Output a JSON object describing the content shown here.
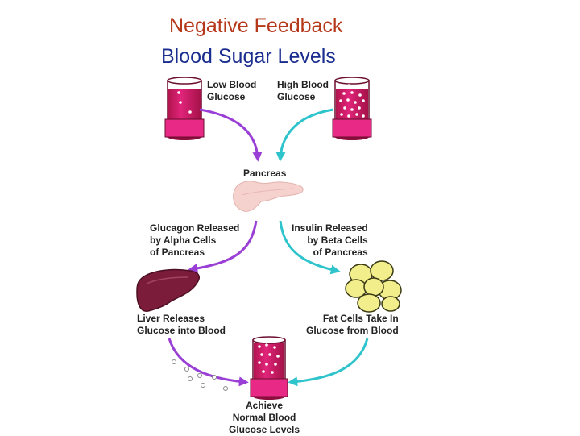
{
  "title": {
    "line1": "Negative Feedback",
    "line2": "Blood Sugar Levels"
  },
  "labels": {
    "low_glucose": "Low Blood\nGlucose",
    "high_glucose": "High Blood\nGlucose",
    "pancreas": "Pancreas",
    "glucagon": "Glucagon Released\nby Alpha Cells\nof Pancreas",
    "insulin": "Insulin Released\nby Beta Cells\nof Pancreas",
    "liver": "Liver Releases\nGlucose into Blood",
    "fat_cells": "Fat Cells Take In\nGlucose from Blood",
    "achieve": "Achieve\nNormal Blood\nGlucose Levels"
  },
  "colors": {
    "title_line1": "#b5381a",
    "title_line2": "#1a2d8f",
    "arrow_purple": "#9a3fd6",
    "arrow_teal": "#2fc4cc",
    "tube": "#d81b6a",
    "liver": "#7b1c3a",
    "fat_cell": "#f3ee8c",
    "pancreas": "#f6d2cf"
  }
}
